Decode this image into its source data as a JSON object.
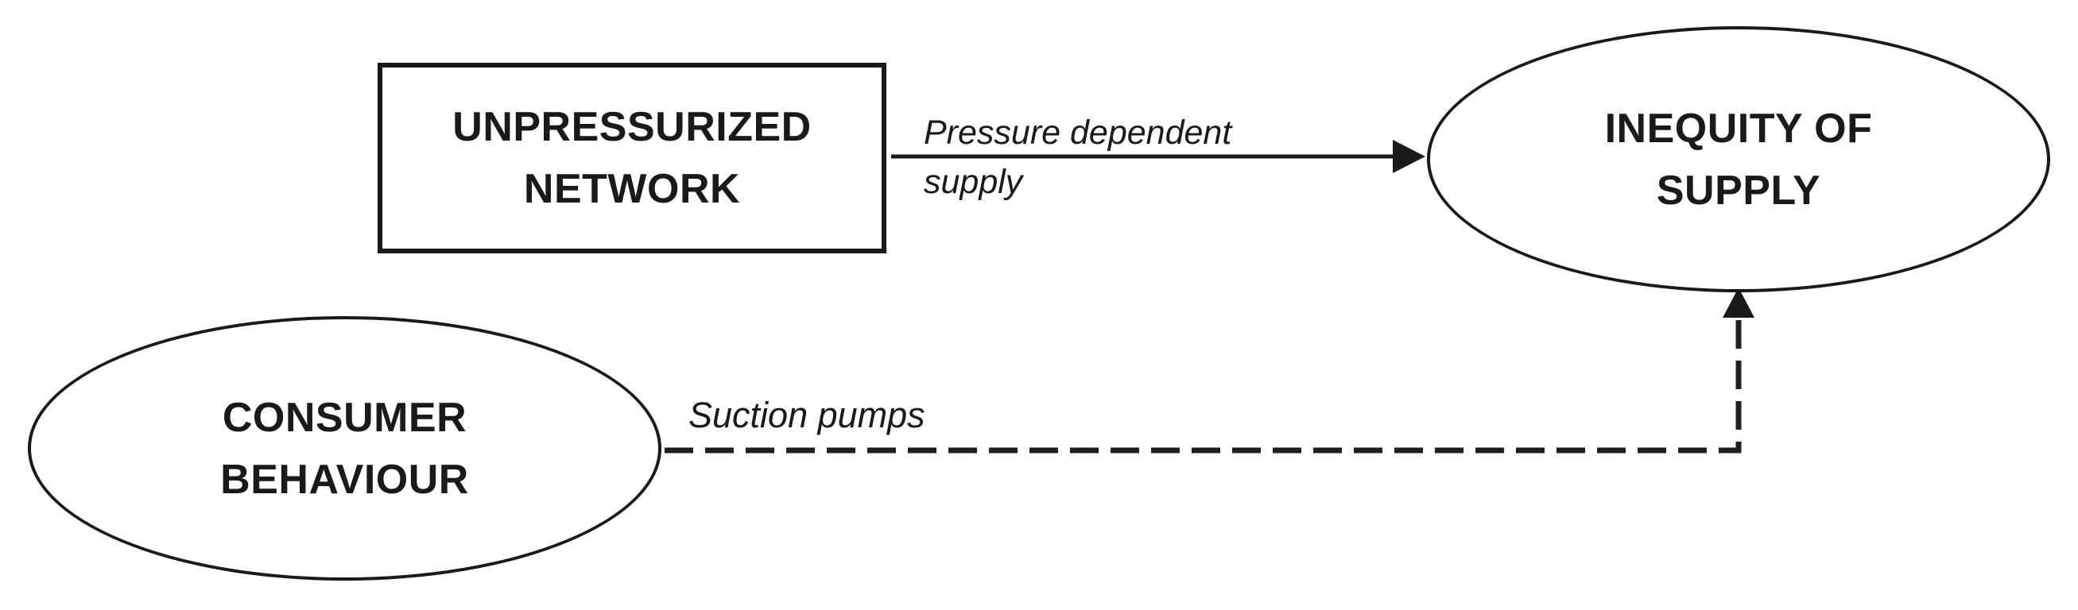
{
  "diagram": {
    "background_color": "#ffffff",
    "stroke_color": "#1a1a1a",
    "text_color": "#1a1a1a",
    "nodes": {
      "unpressurized_network": {
        "shape": "rectangle",
        "line1": "UNPRESSURIZED",
        "line2": "NETWORK"
      },
      "inequity_of_supply": {
        "shape": "ellipse",
        "line1": "INEQUITY OF",
        "line2": "SUPPLY"
      },
      "consumer_behaviour": {
        "shape": "ellipse",
        "line1": "CONSUMER",
        "line2": "BEHAVIOUR"
      }
    },
    "edges": {
      "pressure_dependent_supply": {
        "from": "unpressurized_network",
        "to": "inequity_of_supply",
        "line_style": "solid",
        "label_line1": "Pressure dependent",
        "label_line2": "supply"
      },
      "suction_pumps": {
        "from": "consumer_behaviour",
        "to": "inequity_of_supply",
        "line_style": "dashed",
        "label": "Suction pumps"
      }
    }
  }
}
